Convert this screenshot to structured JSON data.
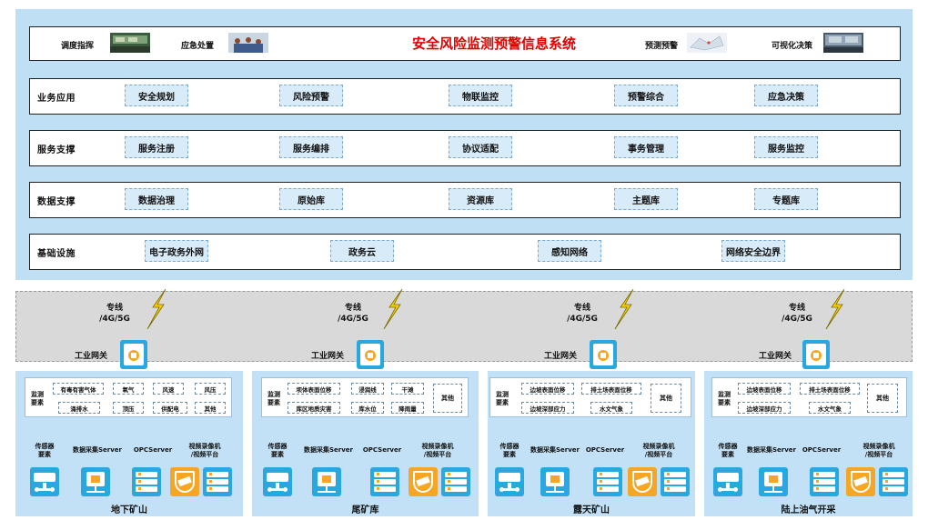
{
  "header": {
    "title": "安全风险监测预警信息系统",
    "items": [
      "调度指挥",
      "应急处置",
      "预测预警",
      "可视化决策"
    ]
  },
  "layers": [
    {
      "label": "业务应用",
      "items": [
        "安全规划",
        "风险预警",
        "物联监控",
        "预警综合",
        "应急决策"
      ]
    },
    {
      "label": "服务支撑",
      "items": [
        "服务注册",
        "服务编排",
        "协议适配",
        "事务管理",
        "服务监控"
      ]
    },
    {
      "label": "数据支撑",
      "items": [
        "数据治理",
        "原始库",
        "资源库",
        "主题库",
        "专题库"
      ]
    },
    {
      "label": "基础设施",
      "items": [
        "电子政务外网",
        "政务云",
        "感知网络",
        "网络安全边界"
      ]
    }
  ],
  "network": {
    "links": [
      {
        "line1": "专线",
        "line2": "/4G/5G"
      },
      {
        "line1": "专线",
        "line2": "/4G/5G"
      },
      {
        "line1": "专线",
        "line2": "/4G/5G"
      },
      {
        "line1": "专线",
        "line2": "/4G/5G"
      }
    ],
    "gateway_label": "工业网关"
  },
  "sites": [
    {
      "name": "地下矿山",
      "monitor_label": "监测\n要素",
      "chips": [
        "有毒有害气体",
        "氧气",
        "风速",
        "风压",
        "涌排水",
        "顶压",
        "供配电",
        "其他"
      ],
      "other_label": "",
      "devices": [
        "传感器\n要素",
        "数据采集Server",
        "OPCServer",
        "视频录像机\n/视频平台"
      ]
    },
    {
      "name": "尾矿库",
      "monitor_label": "监测\n要素",
      "chips": [
        "坝体表面位移",
        "浸润线",
        "干滩",
        "库区地质灾害",
        "库水位",
        "降雨量"
      ],
      "other_label": "其他",
      "devices": [
        "传感器\n要素",
        "数据采集Server",
        "OPCServer",
        "视频录像机\n/视频平台"
      ]
    },
    {
      "name": "露天矿山",
      "monitor_label": "监测\n要素",
      "chips": [
        "边坡表面位移",
        "排土场表面位移",
        "边坡深部应力",
        "水文气象"
      ],
      "other_label": "其他",
      "devices": [
        "传感器\n要素",
        "数据采集Server",
        "OPCServer",
        "视频录像机\n/视频平台"
      ]
    },
    {
      "name": "陆上油气开采",
      "monitor_label": "监测\n要素",
      "chips": [
        "边坡表面位移",
        "排土场表面位移",
        "边坡深部应力",
        "水文气象"
      ],
      "other_label": "其他",
      "devices": [
        "传感器\n要素",
        "数据采集Server",
        "OPCServer",
        "视频录像机\n/视频平台"
      ]
    }
  ]
}
